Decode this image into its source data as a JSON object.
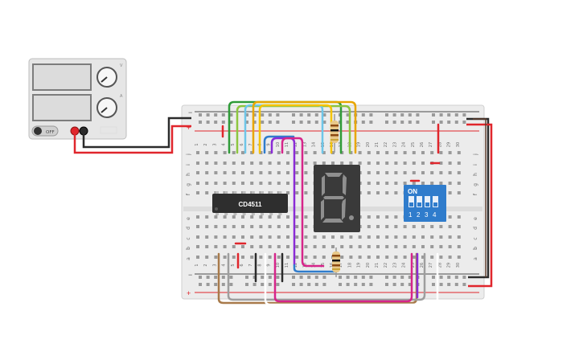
{
  "power_supply": {
    "switch_label": "OFF",
    "knob_labels": [
      "V",
      "A"
    ]
  },
  "breadboard": {
    "column_numbers": [
      "1",
      "2",
      "3",
      "4",
      "5",
      "6",
      "7",
      "8",
      "9",
      "10",
      "11",
      "12",
      "13",
      "14",
      "15",
      "16",
      "17",
      "18",
      "19",
      "20",
      "21",
      "22",
      "23",
      "24",
      "25",
      "26",
      "27",
      "28",
      "29",
      "30"
    ],
    "row_letters_top": [
      "j",
      "i",
      "h",
      "g",
      "f"
    ],
    "row_letters_bottom": [
      "e",
      "d",
      "c",
      "b",
      "a"
    ],
    "rail_plus": "+",
    "rail_minus": "−"
  },
  "ic": {
    "label": "CD4511"
  },
  "dip_switch": {
    "on_label": "ON",
    "numbers": [
      "1",
      "2",
      "3",
      "4"
    ]
  },
  "seven_segment": {
    "digit": "8"
  },
  "colors": {
    "red_wire": "#e0262c",
    "black_wire": "#2b2b2b",
    "breadboard": "#ececec",
    "dip_blue": "#2f7ccc",
    "display_body": "#3a3a3a"
  }
}
